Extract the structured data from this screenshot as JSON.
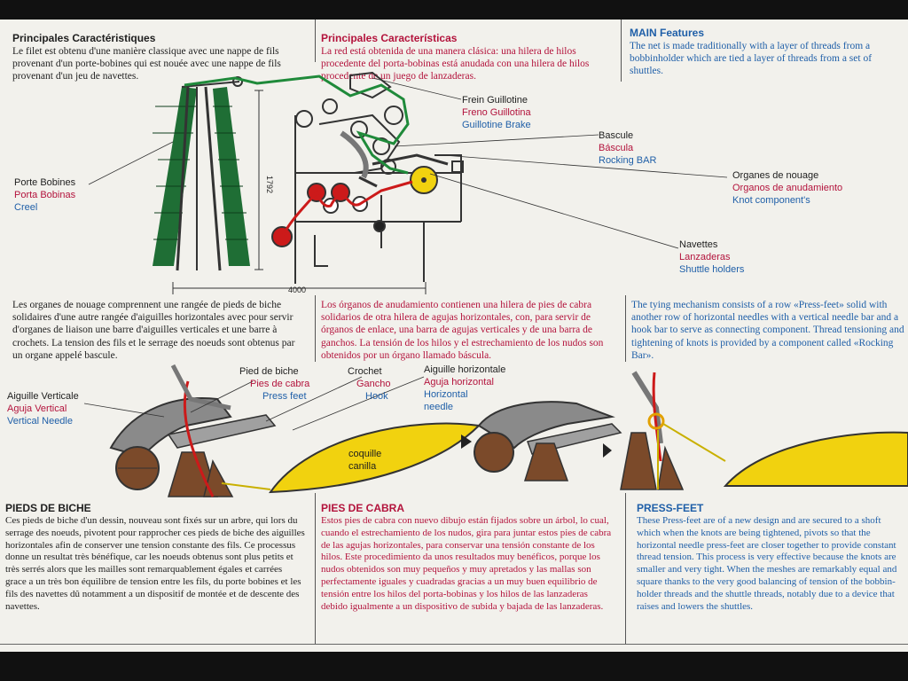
{
  "features": {
    "fr": {
      "title": "Principales Caractéristiques",
      "body": "Le filet est obtenu d'une manière classique avec une nappe de fils provenant d'un porte-bobines qui est nouée avec une nappe de fils provenant d'un jeu de navettes."
    },
    "es": {
      "title": "Principales Características",
      "body": "La red está obtenida de una manera clásica: una hilera de hilos procedente del porta-bobinas está anudada con una hilera de hilos procedente de un juego de lanzaderas."
    },
    "en": {
      "title": "MAIN Features",
      "body": "The net is made traditionally with a layer of threads from a bobbinholder which are tied a layer of threads from a set of shuttles."
    }
  },
  "machine_labels": {
    "porte_bobines": {
      "fr": "Porte Bobines",
      "es": "Porta Bobinas",
      "en": "Creel"
    },
    "frein": {
      "fr": "Frein Guillotine",
      "es": "Freno Guillotina",
      "en": "Guillotine Brake"
    },
    "bascule": {
      "fr": "Bascule",
      "es": "Báscula",
      "en": "Rocking BAR"
    },
    "organes": {
      "fr": "Organes de nouage",
      "es": "Organos de anudamiento",
      "en": "Knot component's"
    },
    "navettes": {
      "fr": "Navettes",
      "es": "Lanzaderas",
      "en": "Shuttle holders"
    },
    "dim_height": "1792",
    "dim_width": "4000"
  },
  "tying": {
    "fr": "Les organes de nouage comprennent une rangée de pieds de biche solidaires d'une autre rangée d'aiguilles horizontales avec pour servir d'organes de liaison une barre d'aiguilles verticales et une barre à crochets. La tension des fils et le serrage des noeuds sont obtenus par un organe appelé bascule.",
    "es": "Los órganos de anudamiento contienen una hilera de pies de cabra solidarios de otra hilera de agujas horizontales, con, para servir de órganos de enlace, una barra de agujas verticales y de una barra de ganchos. La tensión de los hilos y el estrechamiento de los nudos son obtenidos por un órgano llamado báscula.",
    "en": "The tying mechanism consists of a row «Press-feet» solid with another row of horizontal needles with a vertical needle bar and a hook bar to serve as connecting component. Thread tensioning and tightening of knots is provided by a component called «Rocking Bar»."
  },
  "detail_labels": {
    "pied": {
      "fr": "Pied de biche",
      "es": "Pies de cabra",
      "en": "Press feet"
    },
    "crochet": {
      "fr": "Crochet",
      "es": "Gancho",
      "en": "Hook"
    },
    "horizontale": {
      "fr": "Aiguille horizontale",
      "es": "Aguja horizontal",
      "en": "Horizontal needle"
    },
    "verticale": {
      "fr": "Aiguille Verticale",
      "es": "Aguja Vertical",
      "en": "Vertical Needle"
    },
    "coquille": {
      "fr": "coquille",
      "es": "canilla"
    }
  },
  "press": {
    "fr": {
      "title": "PIEDS DE BICHE",
      "body": "Ces pieds de biche d'un dessin, nouveau sont fixés sur un arbre, qui lors du serrage des noeuds, pivotent pour rapprocher ces pieds de biche des aiguilles horizontales afin de conserver une tension constante des fils. Ce processus donne un resultat très bénéfique, car les noeuds obtenus sont plus petits et très serrés alors que les mailles sont remarquablement égales et carrées grace a un très bon équilibre de tension entre les fils, du porte bobines et les fils des navettes dû notamment a un dispositif de montée et de descente des navettes."
    },
    "es": {
      "title": "PIES DE CABRA",
      "body": "Estos pies de cabra con nuevo dibujo están fijados sobre un árbol, lo cual, cuando el estrechamiento de los nudos, gira para juntar estos pies de cabra de las agujas horizontales, para conservar una tensión constante de los hilos. Este procedimiento da unos resultados muy benéficos, porque los nudos obtenidos son muy pequeños y muy apretados y las mallas son perfectamente iguales y cuadradas gracias a un muy buen equilibrio de tensión entre los hilos del porta-bobinas y los hilos de las lanzaderas debido igualmente a un dispositivo de subida y bajada de las lanzaderas."
    },
    "en": {
      "title": "PRESS-FEET",
      "body": "These Press-feet are of a new design and are secured to a shoft which when the knots are being tightened, pivots so that the horizontal needle press-feet are closer together to provide constant thread tension. This process is very effective because the knots are smaller and very tight. When the meshes are remarkably equal and square thanks to the very good balancing of tension of the bobbin-holder threads and the shuttle threads, notably due to a device that raises and lowers the shuttles."
    }
  },
  "colors": {
    "french": "#1e1e1e",
    "spanish": "#b3133c",
    "english": "#1f5fa8",
    "thread_green": "#1f8a3a",
    "thread_red": "#cc1a1a",
    "shuttle_yellow": "#f1d20f"
  }
}
